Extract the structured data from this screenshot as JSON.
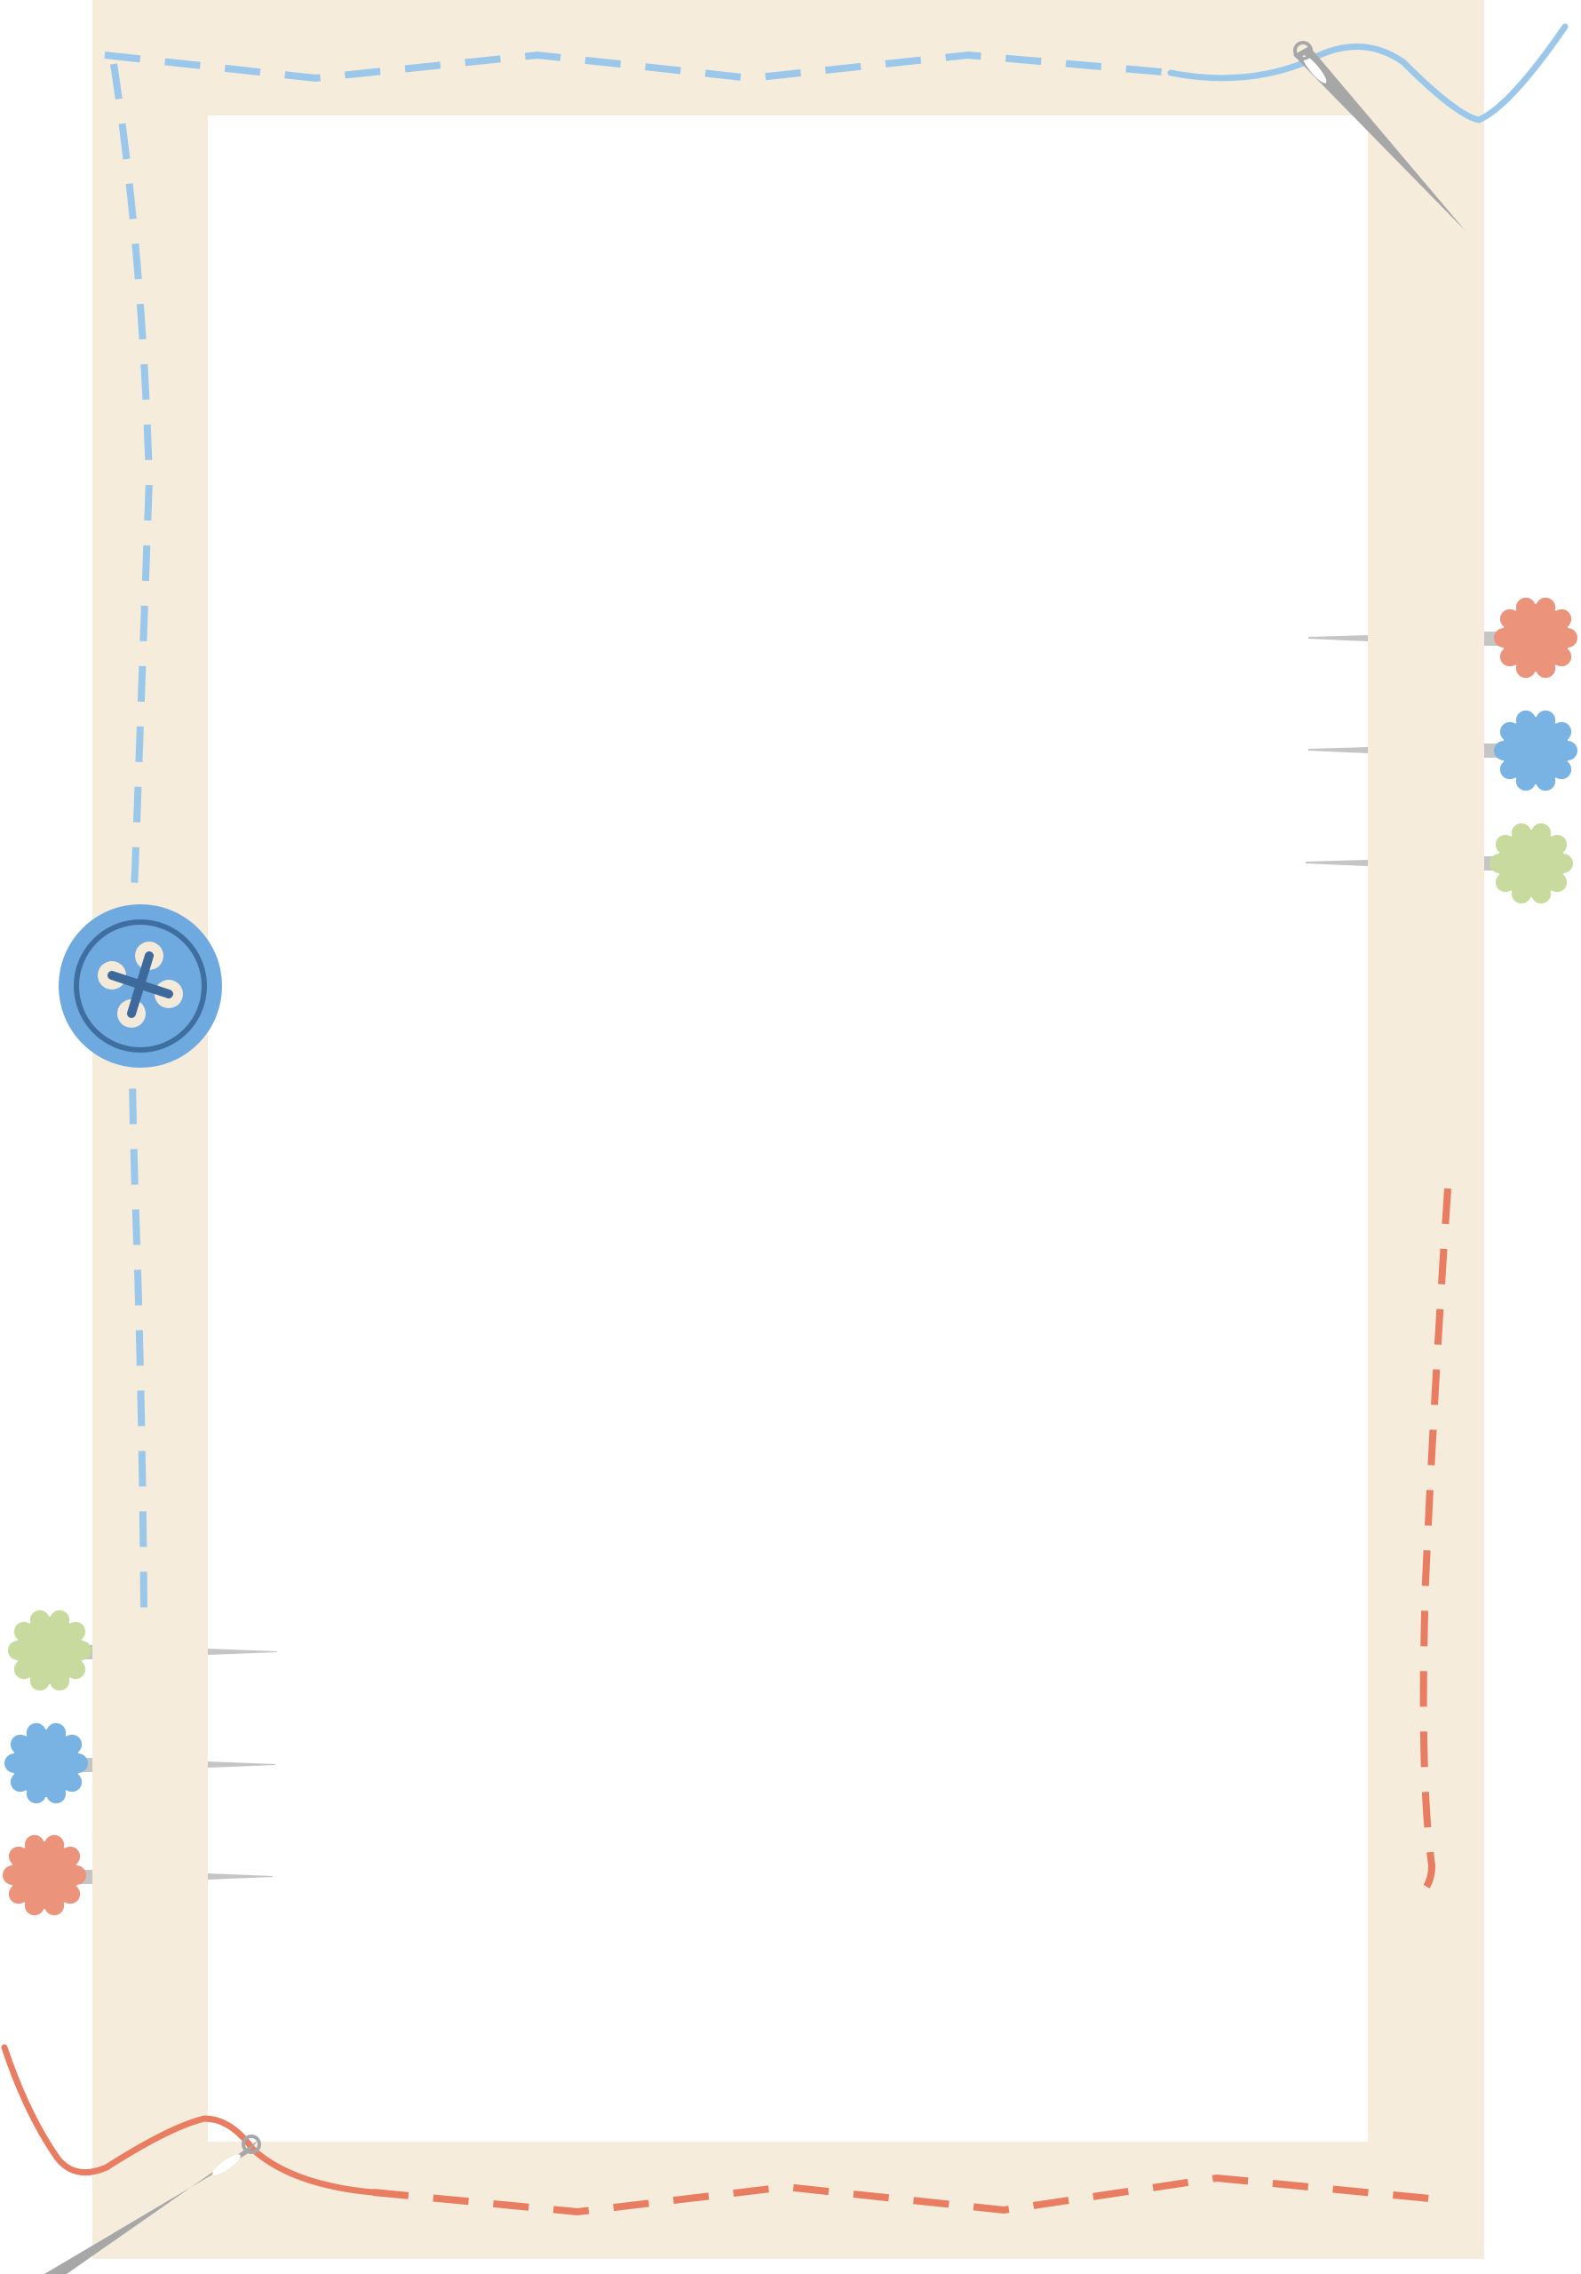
{
  "colors": {
    "background": "#ffffff",
    "frame": "#f5ecdc",
    "blue_thread": "#9bc8ea",
    "red_thread": "#e97d62",
    "needle": "#a7a7a7",
    "pin_shaft": "#c5c5c5",
    "pin_red": "#eb937b",
    "pin_blue": "#78b3e3",
    "pin_green": "#c8da9e",
    "button_outer": "#6ea9df",
    "button_ring": "#3f6fa0",
    "button_hole": "#f4ead9",
    "button_cross": "#3d6a9b"
  },
  "elements": {
    "frame": "sewing-frame",
    "content_area": "blank-content-area",
    "top_thread": "blue-dashed-stitch",
    "bottom_thread": "red-dashed-stitch",
    "top_needle": "needle-icon",
    "bottom_needle": "needle-icon",
    "button": "sewing-button-icon",
    "right_pins": [
      "pin-red",
      "pin-blue",
      "pin-green"
    ],
    "left_pins": [
      "pin-green",
      "pin-blue",
      "pin-red"
    ]
  }
}
